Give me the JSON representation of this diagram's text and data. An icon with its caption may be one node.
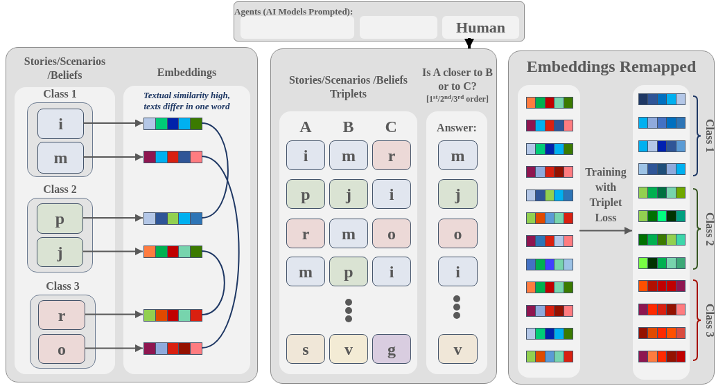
{
  "diagram": {
    "nodes": [
      {
        "text": [
          "Agents (AI Models Prompted):"
        ]
      },
      {
        "text": [],
        "shape": "box",
        "in": 0
      },
      {
        "text": [],
        "shape": "box",
        "in": 0
      },
      {
        "text": [
          "Human"
        ],
        "in": 0
      },
      {
        "text": [],
        "shape": "box"
      },
      {
        "text": [
          "Stories/Scenarios /Beliefs"
        ],
        "in": 4
      },
      {
        "text": [
          "Class 1"
        ],
        "in": 5
      },
      {
        "text": [
          "i"
        ],
        "in": 6
      },
      {
        "text": [
          "m"
        ],
        "in": 6
      },
      {
        "text": [
          "Class 2"
        ],
        "in": 5
      },
      {
        "text": [
          "p"
        ],
        "in": 9
      },
      {
        "text": [
          "j"
        ],
        "in": 9
      },
      {
        "text": [
          "Class 3"
        ],
        "in": 5
      },
      {
        "text": [
          "r"
        ],
        "in": 12
      },
      {
        "text": [
          "o"
        ],
        "in": 12
      },
      {
        "text": [
          "Embeddings",
          "Textual similarity high, texts differ in one word"
        ],
        "in": 4
      },
      {
        "text": [],
        "shape": "bar",
        "in": 15
      },
      {
        "text": [],
        "shape": "bar",
        "in": 15
      },
      {
        "text": [],
        "shape": "bar",
        "in": 15
      },
      {
        "text": [],
        "shape": "bar",
        "in": 15
      },
      {
        "text": [],
        "shape": "bar",
        "in": 15
      },
      {
        "text": [],
        "shape": "bar",
        "in": 15
      },
      {
        "text": [],
        "shape": "box"
      },
      {
        "text": [
          "Stories/Scenarios /Beliefs Triplets",
          "A",
          "B",
          "C"
        ],
        "in": 22
      },
      {
        "text": [
          "i"
        ],
        "in": 23
      },
      {
        "text": [
          "m"
        ],
        "in": 23
      },
      {
        "text": [
          "r"
        ],
        "in": 23
      },
      {
        "text": [
          "p"
        ],
        "in": 23
      },
      {
        "text": [
          "j"
        ],
        "in": 23
      },
      {
        "text": [
          "i"
        ],
        "in": 23
      },
      {
        "text": [
          "r"
        ],
        "in": 23
      },
      {
        "text": [
          "m"
        ],
        "in": 23
      },
      {
        "text": [
          "o"
        ],
        "in": 23
      },
      {
        "text": [
          "m"
        ],
        "in": 23
      },
      {
        "text": [
          "p"
        ],
        "in": 23
      },
      {
        "text": [
          "i"
        ],
        "in": 23
      },
      {
        "text": [
          "s"
        ],
        "in": 23
      },
      {
        "text": [
          "v"
        ],
        "in": 23
      },
      {
        "text": [
          "g"
        ],
        "in": 23
      },
      {
        "text": [
          "Is A closer to B or to C?",
          "[1$^{st}$/2$^{nd}$/3$^{rd}$ order]",
          "Answer:"
        ],
        "in": 22
      },
      {
        "text": [
          "m"
        ],
        "in": 39
      },
      {
        "text": [
          "j"
        ],
        "in": 39
      },
      {
        "text": [
          "o"
        ],
        "in": 39
      },
      {
        "text": [
          "i"
        ],
        "in": 39
      },
      {
        "text": [
          "v"
        ],
        "in": 39
      },
      {
        "text": [
          "Embeddings Remapped"
        ]
      },
      {
        "text": [],
        "shape": "box",
        "in": 45
      },
      {
        "text": [],
        "shape": "bar",
        "in": 46
      },
      {
        "text": [],
        "shape": "bar",
        "in": 46
      },
      {
        "text": [],
        "shape": "bar",
        "in": 46
      },
      {
        "text": [],
        "shape": "bar",
        "in": 46
      },
      {
        "text": [],
        "shape": "bar",
        "in": 46
      },
      {
        "text": [],
        "shape": "bar",
        "in": 46
      },
      {
        "text": [],
        "shape": "bar",
        "in": 46
      },
      {
        "text": [],
        "shape": "bar",
        "in": 46
      },
      {
        "text": [],
        "shape": "bar",
        "in": 46
      },
      {
        "text": [],
        "shape": "bar",
        "in": 46
      },
      {
        "text": [],
        "shape": "bar",
        "in": 46
      },
      {
        "text": [],
        "shape": "bar",
        "in": 46
      },
      {
        "text": [],
        "shape": "box",
        "in": 45
      },
      {
        "text": [],
        "shape": "bar",
        "in": 59
      },
      {
        "text": [],
        "shape": "bar",
        "in": 59
      },
      {
        "text": [],
        "shape": "bar",
        "in": 59
      },
      {
        "text": [],
        "shape": "bar",
        "in": 59
      },
      {
        "text": [],
        "shape": "bar",
        "in": 59
      },
      {
        "text": [],
        "shape": "bar",
        "in": 59
      },
      {
        "text": [],
        "shape": "bar",
        "in": 59
      },
      {
        "text": [],
        "shape": "bar",
        "in": 59
      },
      {
        "text": [],
        "shape": "bar",
        "in": 59
      },
      {
        "text": [],
        "shape": "bar",
        "in": 59
      },
      {
        "text": [],
        "shape": "bar",
        "in": 59
      },
      {
        "text": [],
        "shape": "bar",
        "in": 59
      }
    ],
    "edges": [
      {
        "from": 3,
        "to": 22,
        "arrow": "to",
        "style": "thick",
        "color": "#000000"
      },
      {
        "from": 7,
        "to": 16,
        "arrow": "to"
      },
      {
        "from": 8,
        "to": 17,
        "arrow": "to"
      },
      {
        "from": 10,
        "to": 18,
        "arrow": "to"
      },
      {
        "from": 11,
        "to": 19,
        "arrow": "to"
      },
      {
        "from": 13,
        "to": 20,
        "arrow": "to"
      },
      {
        "from": 14,
        "to": 21,
        "arrow": "to"
      },
      {
        "from": 16,
        "to": 18,
        "arrow": "none",
        "color": "#1f3864"
      },
      {
        "from": 17,
        "to": 21,
        "arrow": "none",
        "color": "#1f3864"
      },
      {
        "from": 19,
        "to": 20,
        "arrow": "none",
        "color": "#1f3864"
      },
      {
        "from": 46,
        "to": 59,
        "arrow": "to",
        "label": "Training with Triplet Loss"
      }
    ],
    "labels": [
      "Class 1",
      "Class 2",
      "Class 3"
    ]
  }
}
